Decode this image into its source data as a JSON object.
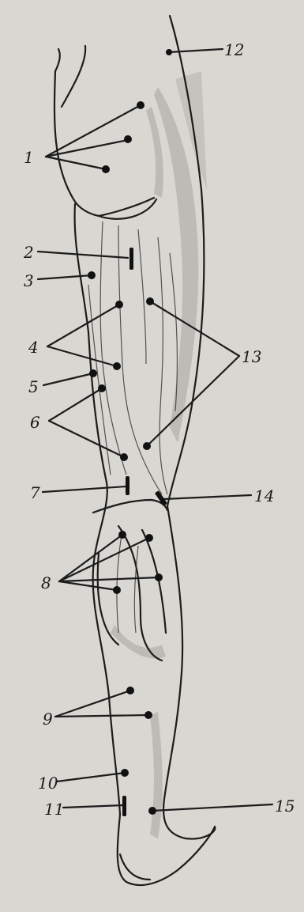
{
  "figure": {
    "colors": {
      "paper": "#d9d7d2",
      "ink": "#1c1c1c",
      "shade": "#9e9b96"
    },
    "labels": {
      "l1": "1",
      "l2": "2",
      "l3": "3",
      "l4": "4",
      "l5": "5",
      "l6": "6",
      "l7": "7",
      "l8": "8",
      "l9": "9",
      "l10": "10",
      "l11": "11",
      "l12": "12",
      "l13": "13",
      "l14": "14",
      "l15": "15"
    }
  }
}
